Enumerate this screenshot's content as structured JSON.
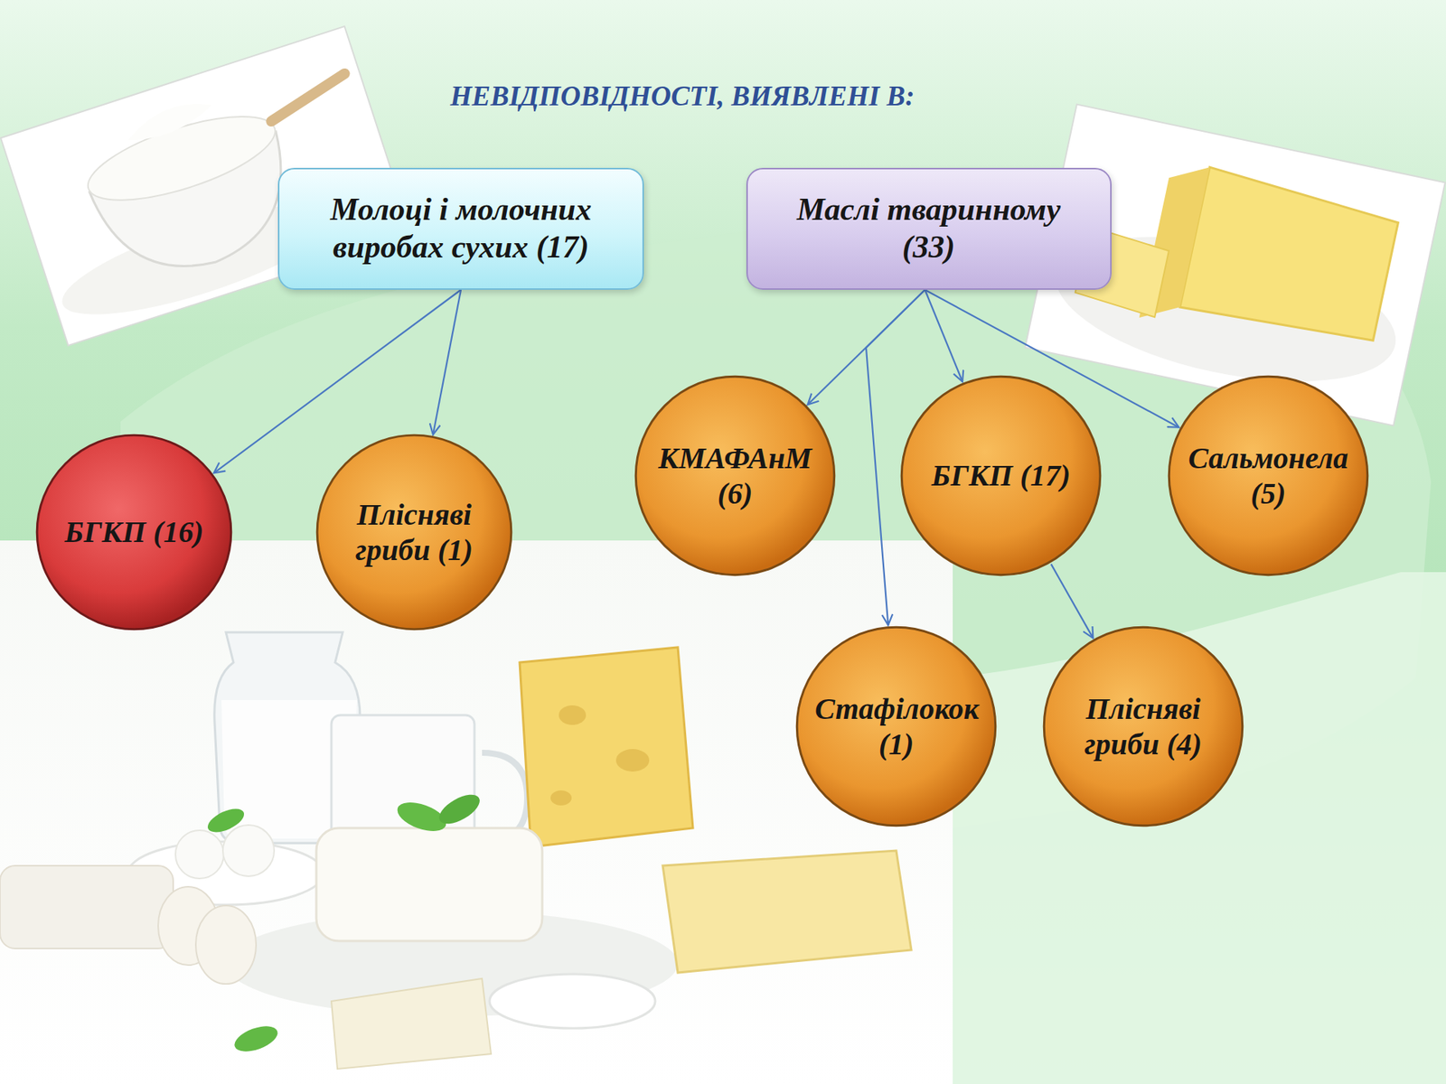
{
  "diagram": {
    "title": "НЕВІДПОВІДНОСТІ, ВИЯВЛЕНІ В:",
    "nodes": [
      {
        "text": [
          "Молоці і молочних виробах сухих (17)"
        ]
      },
      {
        "text": [
          "Маслі тваринному (33)"
        ]
      },
      {
        "text": [
          "БГКП (16)"
        ]
      },
      {
        "text": [
          "Плісняві гриби (1)"
        ]
      },
      {
        "text": [
          "КМАФАнМ (6)"
        ]
      },
      {
        "text": [
          "БГКП (17)"
        ]
      },
      {
        "text": [
          "Сальмонела (5)"
        ]
      },
      {
        "text": [
          "Стафілокок (1)"
        ]
      },
      {
        "text": [
          "Плісняві гриби (4)"
        ]
      }
    ],
    "edges": [
      {
        "from": 0,
        "to": 2,
        "arrow": "to"
      },
      {
        "from": 0,
        "to": 3,
        "arrow": "to"
      },
      {
        "from": 1,
        "to": 4,
        "arrow": "to"
      },
      {
        "from": 1,
        "to": 5,
        "arrow": "to"
      },
      {
        "from": 1,
        "to": 6,
        "arrow": "to"
      },
      {
        "from": 1,
        "to": 7,
        "arrow": "to"
      },
      {
        "from": 5,
        "to": 8,
        "arrow": "to"
      }
    ]
  }
}
